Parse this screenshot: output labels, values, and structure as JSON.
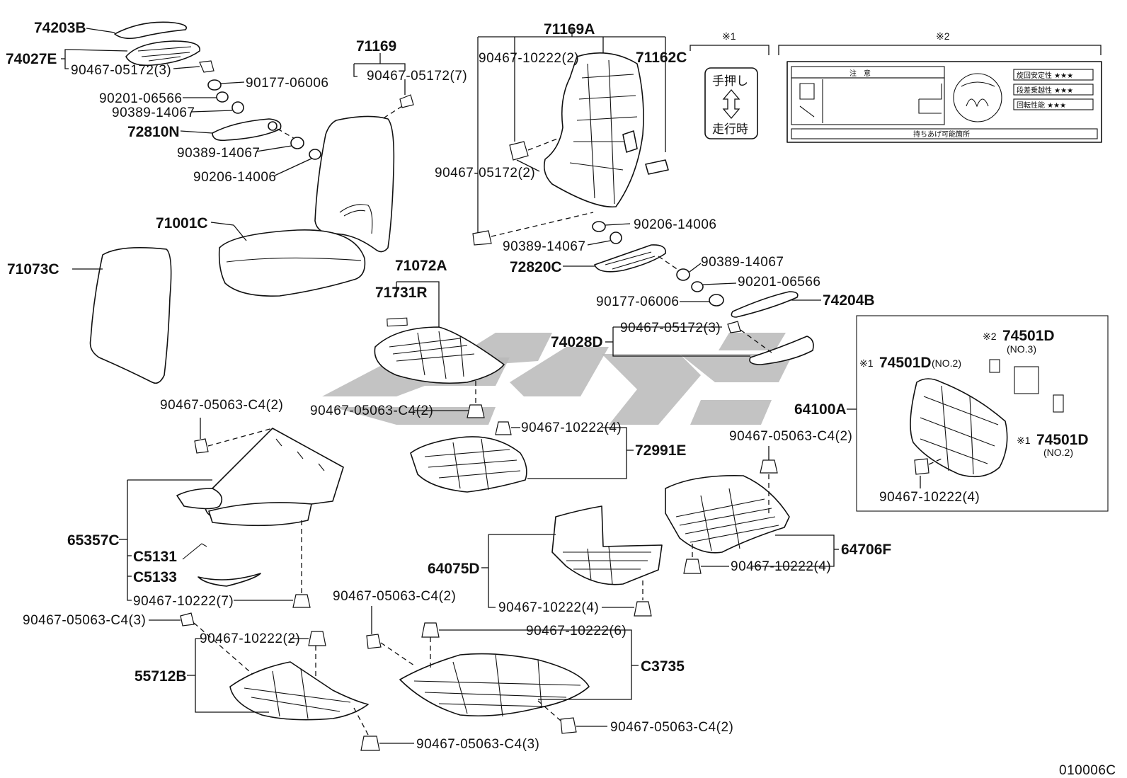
{
  "footer_code": "010006C",
  "note_markers": {
    "note1": "※1",
    "note2": "※2"
  },
  "push_label": {
    "top": "手押し",
    "bottom": "走行時"
  },
  "warning_label": {
    "header": "注　意",
    "row1": "旋回安定性 ★★★",
    "row2": "段差乗越性 ★★★",
    "row3": "回転性能 ★★★",
    "footer": "持ちあげ可能箇所"
  },
  "callouts": [
    "74203B",
    "74027E",
    "90467-05172(3)",
    "90177-06006",
    "90201-06566",
    "90389-14067",
    "72810N",
    "90389-14067",
    "90206-14006",
    "71169",
    "90467-05172(7)",
    "71001C",
    "71073C",
    "71169A",
    "90467-10222(2)",
    "71162C",
    "90467-05172(2)",
    "90206-14006",
    "90389-14067",
    "72820C",
    "90389-14067",
    "90201-06566",
    "90177-06006",
    "74204B",
    "71072A",
    "71731R",
    "90467-05172(3)",
    "74028D",
    "90467-05063-C4(2)",
    "90467-05063-C4(2)",
    "90467-10222(4)",
    "72991E",
    "64100A",
    "90467-05063-C4(2)",
    "65357C",
    "C5131",
    "C5133",
    "90467-10222(7)",
    "64075D",
    "90467-10222(4)",
    "64706F",
    "90467-10222(4)",
    "90467-05063-C4(3)",
    "90467-10222(2)",
    "55712B",
    "90467-05063-C4(2)",
    "90467-10222(6)",
    "C3735",
    "90467-05063-C4(2)",
    "90467-05063-C4(3)",
    "90467-10222(4)"
  ],
  "inset_callouts": {
    "a": {
      "mark": "※2",
      "code": "74501D",
      "sub": "(NO.3)"
    },
    "b": {
      "mark": "※1",
      "code": "74501D",
      "sub": "(NO.2)"
    },
    "c": {
      "mark": "※1",
      "code": "74501D",
      "sub": "(NO.2)"
    }
  }
}
